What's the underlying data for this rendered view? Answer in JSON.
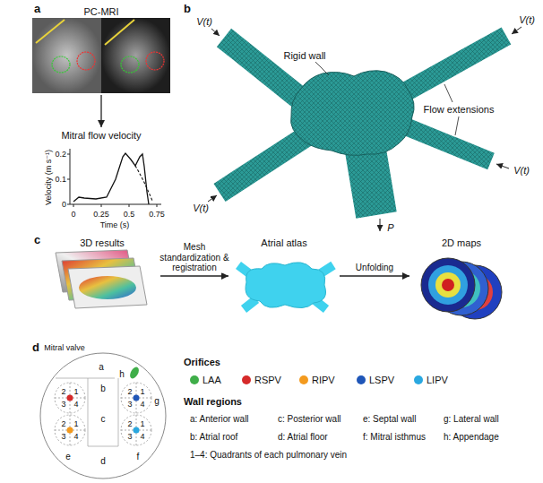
{
  "diagram": {
    "nodes": [
      {
        "text": [
          "PC-MRI"
        ]
      },
      {
        "text": [
          "Mitral flow velocity"
        ]
      },
      {
        "text": [
          "3D results"
        ]
      },
      {
        "text": [
          "Atrial atlas"
        ]
      },
      {
        "text": [
          "2D maps"
        ]
      }
    ],
    "edges": [
      {
        "from": 0,
        "to": 1,
        "arrow": "to"
      },
      {
        "from": 2,
        "to": 3,
        "label": "Mesh standardization & registration",
        "arrow": "to"
      },
      {
        "from": 3,
        "to": 4,
        "label": "Unfolding",
        "arrow": "to"
      }
    ],
    "labels": [
      "a",
      "0.2",
      "0.1",
      "0",
      "0",
      "0.25",
      "0.5",
      "0.75",
      "Time (s)",
      "Velocity (m s⁻¹)",
      "b",
      "V(t)",
      "V(t)",
      "V(t)",
      "V(t)",
      "Rigid wall",
      "Flow extensions",
      "P",
      "c",
      "d",
      "Mitral valve",
      "a",
      "b",
      "c",
      "d",
      "e",
      "f",
      "g",
      "h",
      "2",
      "1",
      "3",
      "4",
      "2",
      "1",
      "3",
      "4",
      "2",
      "1",
      "3",
      "4",
      "2",
      "1",
      "3",
      "4",
      "Orifices",
      "Wall regions",
      "a: Anterior wall",
      "c: Posterior wall",
      "e: Septal wall",
      "g: Lateral wall",
      "b: Atrial roof",
      "d: Atrial floor",
      "f: Mitral isthmus",
      "h: Appendage",
      "1–4: Quadrants of each pulmonary vein"
    ],
    "legend": [
      {
        "text": "LAA",
        "color": "#3fae49"
      },
      {
        "text": "RSPV",
        "color": "#d62a2a"
      },
      {
        "text": "RIPV",
        "color": "#f39a1e"
      },
      {
        "text": "LSPV",
        "color": "#1f56b8"
      },
      {
        "text": "LIPV",
        "color": "#2aa8e0"
      }
    ]
  }
}
